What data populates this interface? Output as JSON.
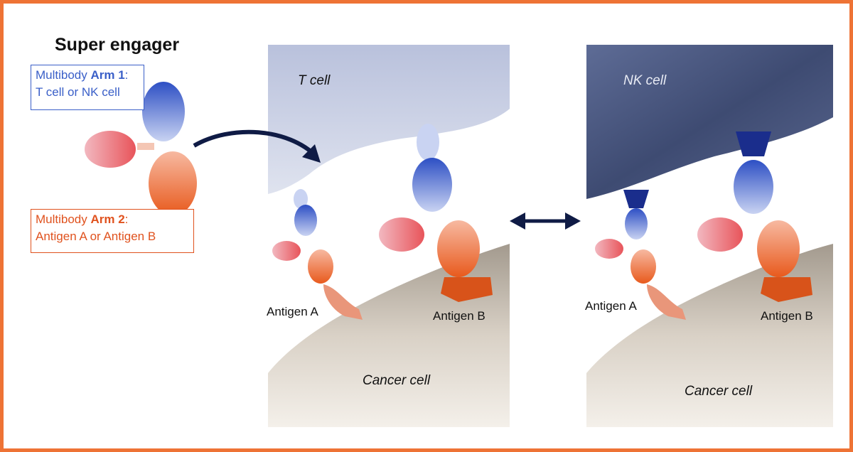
{
  "title": "Super engager",
  "arm1": {
    "prefix": "Multibody ",
    "bold": "Arm 1",
    "suffix": ":",
    "line2": "T cell or NK cell"
  },
  "arm2": {
    "prefix": "Multibody ",
    "bold": "Arm 2",
    "suffix": ":",
    "line2": "Antigen A or Antigen B"
  },
  "left_panel": {
    "top_cell": "T cell",
    "bottom_cell": "Cancer cell",
    "antigen_a": "Antigen A",
    "antigen_b": "Antigen B"
  },
  "right_panel": {
    "top_cell": "NK cell",
    "bottom_cell": "Cancer cell",
    "antigen_a": "Antigen A",
    "antigen_b": "Antigen B"
  },
  "colors": {
    "border": "#ee7335",
    "arm1": "#3a5fc8",
    "arm2": "#e0521e",
    "arrow": "#0f1b45"
  }
}
